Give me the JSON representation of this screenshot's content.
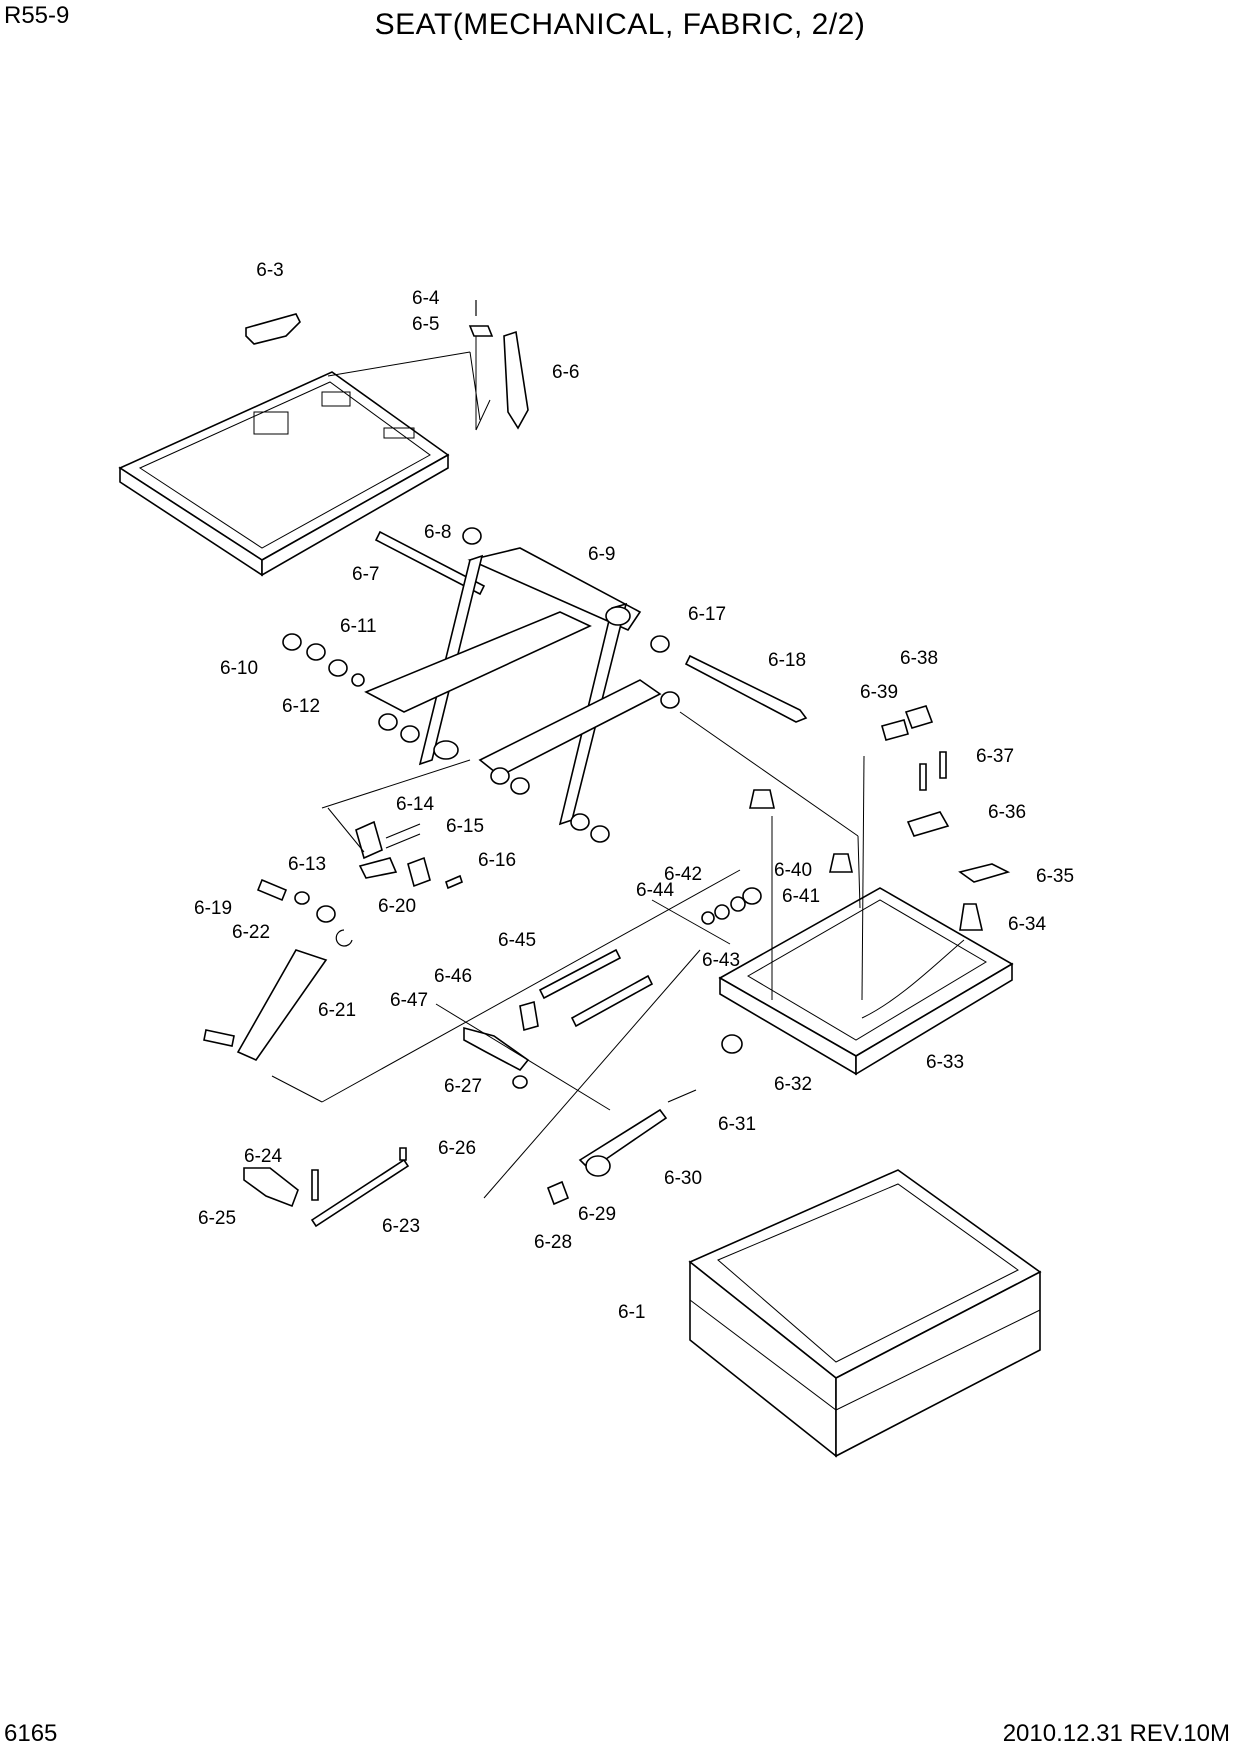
{
  "header": {
    "model": "R55-9",
    "title": "SEAT(MECHANICAL, FABRIC, 2/2)"
  },
  "footer": {
    "page_number": "6165",
    "revision": "2010.12.31  REV.10M"
  },
  "part_labels": [
    "6-1",
    "6-3",
    "6-4",
    "6-5",
    "6-6",
    "6-7",
    "6-8",
    "6-9",
    "6-10",
    "6-11",
    "6-12",
    "6-13",
    "6-14",
    "6-15",
    "6-16",
    "6-17",
    "6-18",
    "6-19",
    "6-20",
    "6-21",
    "6-22",
    "6-23",
    "6-24",
    "6-25",
    "6-26",
    "6-27",
    "6-28",
    "6-29",
    "6-30",
    "6-31",
    "6-32",
    "6-33",
    "6-34",
    "6-35",
    "6-36",
    "6-37",
    "6-38",
    "6-39",
    "6-40",
    "6-41",
    "6-42",
    "6-43",
    "6-44",
    "6-45",
    "6-46",
    "6-47"
  ]
}
